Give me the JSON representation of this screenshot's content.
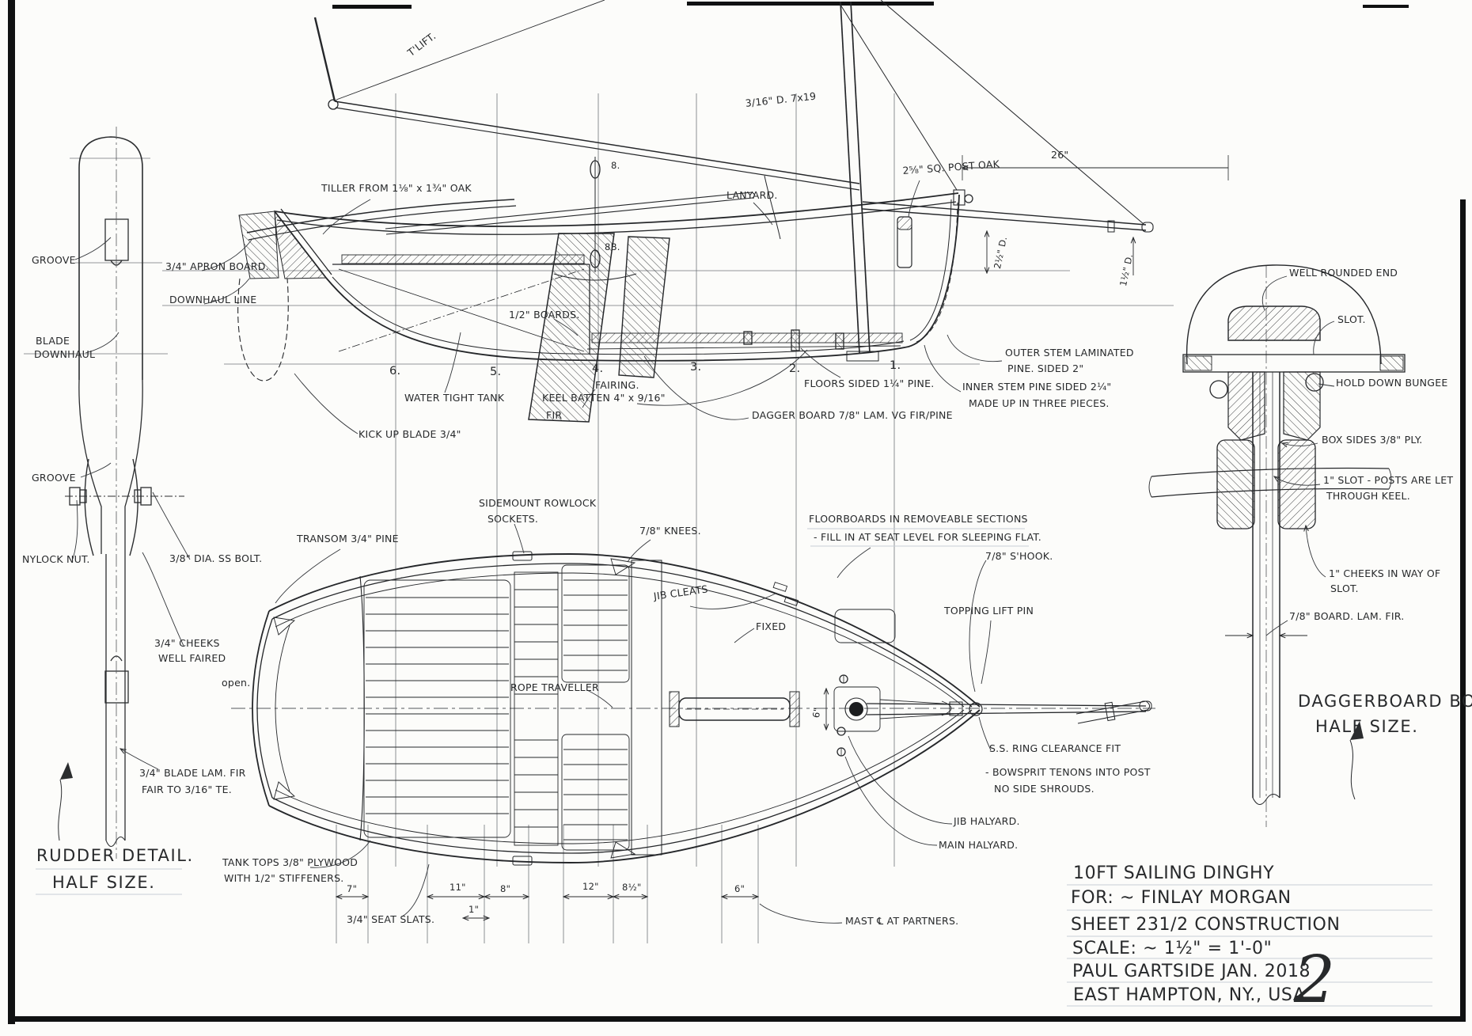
{
  "sheet": {
    "number": "2",
    "title": [
      "10FT  SAILING  DINGHY",
      "FOR:  ~ FINLAY  MORGAN",
      "SHEET  231/2  CONSTRUCTION",
      "SCALE:  ~ 1½\" = 1'-0\"",
      "PAUL  GARTSIDE    JAN. 2018",
      "EAST  HAMPTON,  NY.,  USA."
    ]
  },
  "stations": [
    "6.",
    "5.",
    "4.",
    "3.",
    "2.",
    "1."
  ],
  "dims": {
    "d26": "26\"",
    "dia25": "2½\" D.",
    "dia15": "1½\" D.",
    "d7": "7\"",
    "d11": "11\"",
    "d8": "8\"",
    "d1": "1\"",
    "d12": "12\"",
    "d85": "8½\"",
    "d6": "6\"",
    "d6plan": "6\""
  },
  "ann": {
    "rudder": {
      "groove_top": "GROOVE",
      "blade_dh1": "BLADE",
      "blade_dh2": "DOWNHAUL",
      "groove_bot": "GROOVE",
      "nylock": "NYLOCK NUT.",
      "ss_bolt": "3/8\" DIA. SS BOLT.",
      "cheeks1": "3/4\" CHEEKS",
      "cheeks2": "WELL FAIRED",
      "blade1": "3/4\" BLADE LAM. FIR",
      "blade2": "FAIR TO 3/16\" TE.",
      "cap1": "RUDDER  DETAIL.",
      "cap2": "HALF  SIZE."
    },
    "profile": {
      "tlift": "T'LIFT.",
      "tiller": "TILLER FROM 1⅛\" x 1¾\" OAK",
      "apron": "3/4\" APRON BOARD.",
      "downhaul_line": "DOWNHAUL LINE",
      "wire": "3/16\" D. 7x19",
      "lanyard": "LANYARD.",
      "post_oak": "2⅝\" SQ. POST OAK",
      "boards": "1/2\" BOARDS.",
      "wtt": "WATER TIGHT TANK",
      "keel_batten1": "KEEL BATTEN 4\" x 9/16\"",
      "keel_batten2": "FIR",
      "kickup": "KICK UP BLADE 3/4\"",
      "fairing": "FAIRING.",
      "floors": "FLOORS SIDED 1¼\" PINE.",
      "dagger": "DAGGER BOARD 7/8\" LAM. VG FIR/PINE",
      "outer1": "OUTER STEM LAMINATED",
      "outer2": "PINE. SIDED 2\"",
      "inner1": "INNER STEM PINE SIDED 2¼\"",
      "inner2": "MADE UP IN THREE PIECES.",
      "blk8": "8.",
      "blk8b": "8B."
    },
    "plan": {
      "rowlock1": "SIDEMOUNT ROWLOCK",
      "rowlock2": "SOCKETS.",
      "transom": "TRANSOM 3/4\" PINE",
      "knees": "7/8\" KNEES.",
      "floorboards1": "FLOORBOARDS IN REMOVEABLE SECTIONS",
      "floorboards2": "- FILL IN AT SEAT LEVEL FOR SLEEPING FLAT.",
      "jib_cleats": "JIB CLEATS",
      "fixed": "FIXED",
      "topping": "TOPPING LIFT PIN",
      "shook": "7/8\" S'HOOK.",
      "rope_trav": "ROPE TRAVELLER",
      "open": "open.",
      "ssring": "S.S. RING CLEARANCE FIT",
      "bowsprit1": "- BOWSPRIT TENONS INTO POST",
      "bowsprit2": "NO SIDE SHROUDS.",
      "jib_hal": "JIB HALYARD.",
      "main_hal": "MAIN HALYARD.",
      "mast_cl": "MAST ℄ AT PARTNERS.",
      "tank1": "TANK TOPS 3/8\" PLYWOOD",
      "tank2": "WITH 1/2\" STIFFENERS.",
      "seat_slats": "3/4\" SEAT SLATS."
    },
    "dagger": {
      "wre": "WELL ROUNDED END",
      "slot": "SLOT.",
      "bungee": "HOLD DOWN BUNGEE",
      "boxsides": "BOX SIDES 3/8\" PLY.",
      "slota": "1\" SLOT - POSTS ARE LET",
      "slotb": "THROUGH KEEL.",
      "cheeksa": "1\" CHEEKS IN WAY OF",
      "cheeksb": "SLOT.",
      "board78": "7/8\" BOARD.  LAM. FIR.",
      "cap1": "DAGGERBOARD  BOX.",
      "cap2": "HALF  SIZE."
    }
  }
}
